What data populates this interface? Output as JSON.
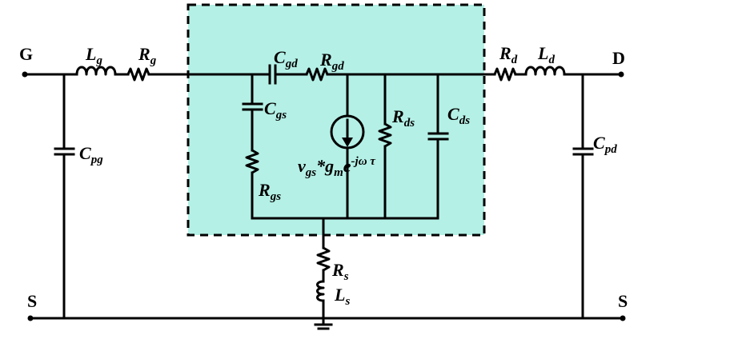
{
  "colors": {
    "intrinsic_box_fill": "#b4f0e6",
    "line": "#000000"
  },
  "terminals": {
    "gate": "G",
    "drain": "D",
    "source_left": "S",
    "source_right": "S"
  },
  "labels": {
    "Lg": {
      "main": "L",
      "sub": "g"
    },
    "Rg": {
      "main": "R",
      "sub": "g"
    },
    "Cgd": {
      "main": "C",
      "sub": "gd"
    },
    "Rgd": {
      "main": "R",
      "sub": "gd"
    },
    "Cgs": {
      "main": "C",
      "sub": "gs"
    },
    "Rgs": {
      "main": "R",
      "sub": "gs"
    },
    "Rds": {
      "main": "R",
      "sub": "ds"
    },
    "Cds": {
      "main": "C",
      "sub": "ds"
    },
    "Rd": {
      "main": "R",
      "sub": "d"
    },
    "Ld": {
      "main": "L",
      "sub": "d"
    },
    "Cpg": {
      "main": "C",
      "sub": "pg"
    },
    "Cpd": {
      "main": "C",
      "sub": "pd"
    },
    "Rs": {
      "main": "R",
      "sub": "s"
    },
    "Ls": {
      "main": "L",
      "sub": "s"
    }
  },
  "current_source": {
    "v": "v",
    "v_sub": "gs",
    "star_g": "*g",
    "g_sub": "m",
    "e": "e",
    "exp": "-jω τ"
  }
}
